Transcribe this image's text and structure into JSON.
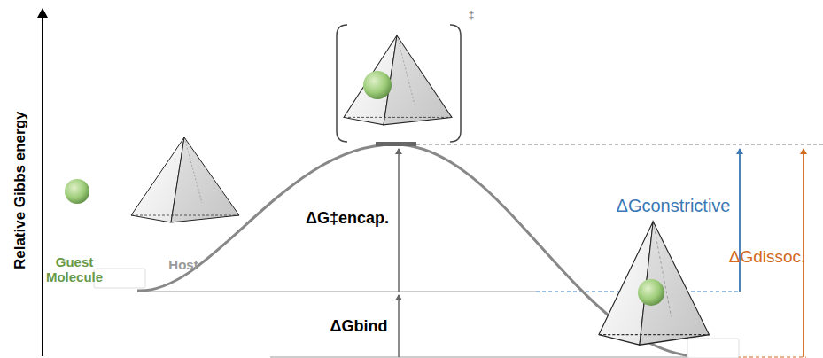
{
  "diagram": {
    "labels": [
      "Relative Gibbs energy",
      "Guest Molecule",
      "Host",
      "‡",
      "ΔG‡encap.",
      "ΔGbind",
      "ΔGconstrictive",
      "ΔGdissoc."
    ]
  }
}
